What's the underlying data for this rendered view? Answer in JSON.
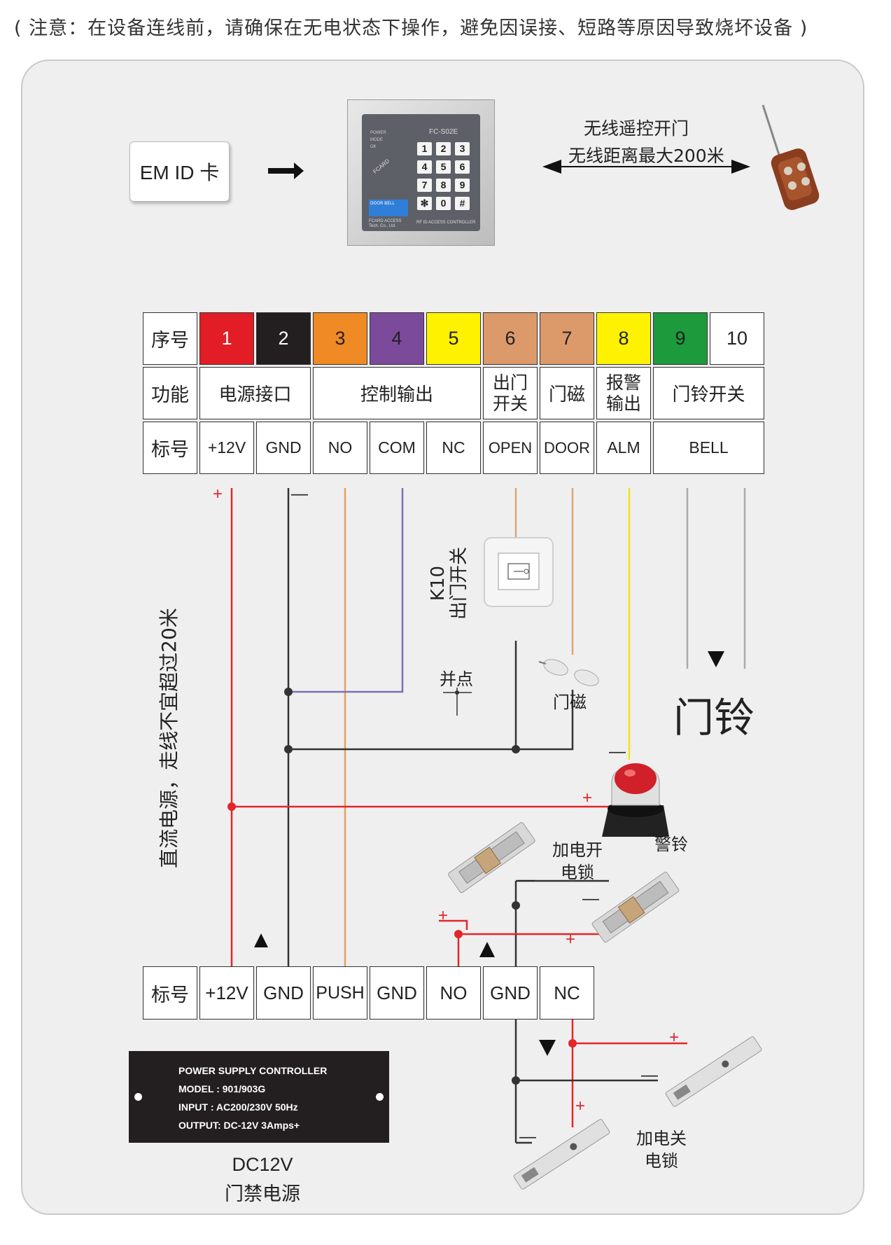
{
  "notice": "( 注意：在设备连线前，请确保在无电状态下操作，避免因误接、短路等原因导致烧坏设备 )",
  "top": {
    "card_label": "EM ID 卡",
    "wireless_line1": "无线遥控开门",
    "wireless_line2": "无线距离最大200米",
    "keypad": {
      "model": "FC-S02E",
      "leds": [
        "POWER",
        "MODE",
        "OK"
      ],
      "keys": [
        "1",
        "2",
        "3",
        "4",
        "5",
        "6",
        "7",
        "8",
        "9",
        "✻",
        "0",
        "#"
      ],
      "bell_label": "DOOR BELL",
      "maker": "FCARD ACCESS Tech. Co., Ltd.",
      "product": "RF ID ACCESS CONTROLLER",
      "reader_mark": "FCARD"
    }
  },
  "terminal_table": {
    "row1_header": "序号",
    "numbers": [
      "1",
      "2",
      "3",
      "4",
      "5",
      "6",
      "7",
      "8",
      "9",
      "10"
    ],
    "number_colors": [
      "#e21d25",
      "#231f20",
      "#f08a24",
      "#7c4a9b",
      "#fff200",
      "#dc9a6a",
      "#dc9a6a",
      "#fff200",
      "#1d9a3b",
      "#ffffff"
    ],
    "number_text_colors": [
      "#ffffff",
      "#ffffff",
      "#222222",
      "#222222",
      "#222222",
      "#222222",
      "#222222",
      "#222222",
      "#222222",
      "#222222"
    ],
    "row2_header": "功能",
    "functions": [
      "电源接口",
      "控制输出",
      "出门\n开关",
      "门磁",
      "报警\n输出",
      "门铃开关"
    ],
    "row3_header": "标号",
    "labels": [
      "+12V",
      "GND",
      "NO",
      "COM",
      "NC",
      "OPEN",
      "DOOR",
      "ALM",
      "BELL"
    ]
  },
  "wire_colors": {
    "red": "#e2262b",
    "black": "#333333",
    "orange": "#e8a060",
    "purple": "#7f6fb3",
    "tan": "#d9a57a",
    "yellow": "#f3e21a",
    "gray": "#aaaaaa",
    "black_wire": "#2b2b2b"
  },
  "labels": {
    "exit_switch": "K10\n出门开关",
    "parallel": "并点",
    "door_magnet": "门磁",
    "doorbell": "门铃",
    "alarm": "警铃",
    "fail_secure_lock": "加电开\n电锁",
    "fail_safe_lock": "加电关\n电锁",
    "power_note": "直流电源，走线不宜超过20米",
    "dc_line1": "DC12V",
    "dc_line2": "门禁电源"
  },
  "symbols": {
    "plus": "+",
    "minus": "—"
  },
  "psu_table": {
    "header": "标号",
    "labels": [
      "+12V",
      "GND",
      "PUSH",
      "GND",
      "NO",
      "GND",
      "NC"
    ]
  },
  "psu_plate": {
    "line1": "POWER SUPPLY CONTROLLER",
    "line2": "MODEL  : 901/903G",
    "line3": "INPUT    : AC200/230V   50Hz",
    "line4": "OUTPUT: DC-12V  3Amps+"
  }
}
